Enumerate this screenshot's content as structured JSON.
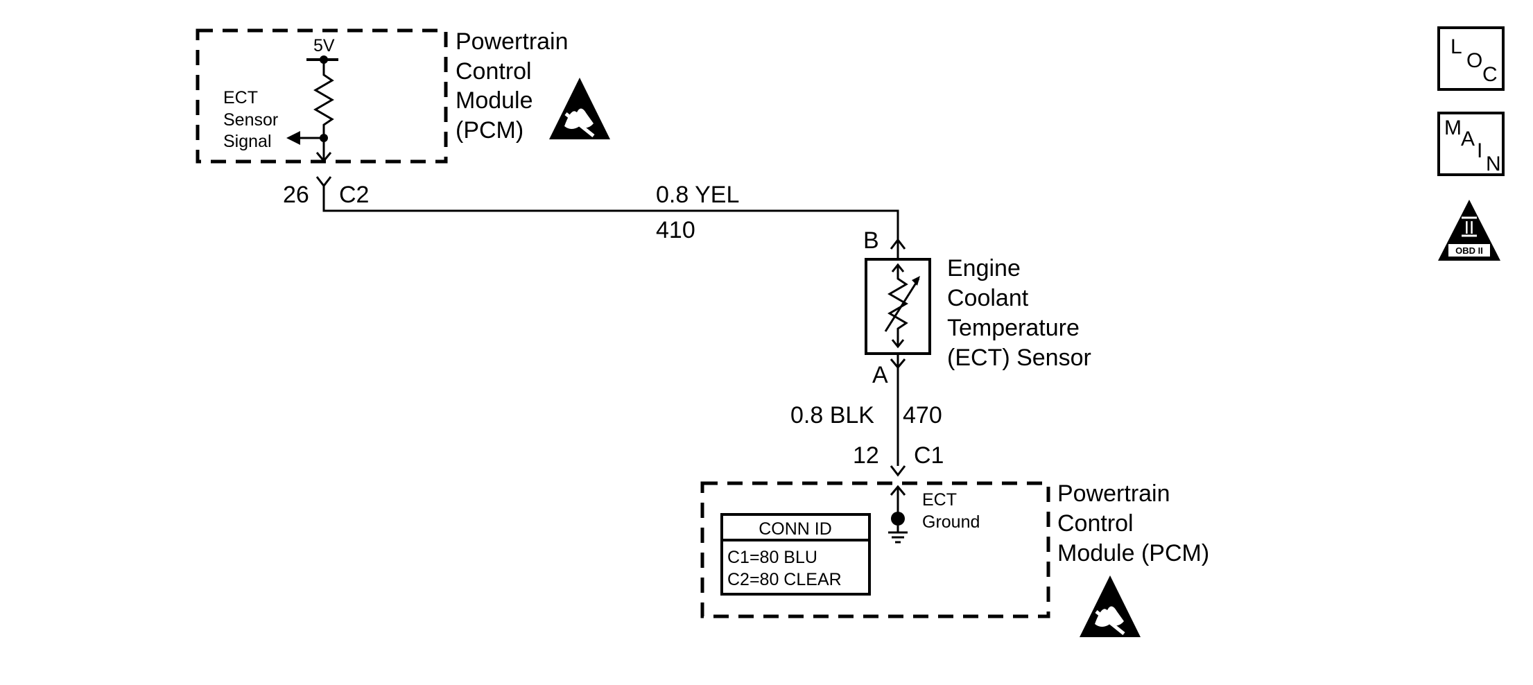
{
  "pcm_top": {
    "label_lines": [
      "Powertrain",
      "Control",
      "Module",
      "(PCM)"
    ],
    "supply": "5V",
    "signal_lines": [
      "ECT",
      "Sensor",
      "Signal"
    ]
  },
  "connector_top": {
    "pin": "26",
    "id": "C2"
  },
  "wire_410": {
    "size_color": "0.8 YEL",
    "circuit": "410"
  },
  "sensor": {
    "pin_b": "B",
    "pin_a": "A",
    "label_lines": [
      "Engine",
      "Coolant",
      "Temperature",
      "(ECT) Sensor"
    ]
  },
  "wire_470": {
    "size_color": "0.8 BLK",
    "circuit": "470"
  },
  "connector_bottom": {
    "pin": "12",
    "id": "C1"
  },
  "pcm_bottom": {
    "label_lines": [
      "Powertrain",
      "Control",
      "Module (PCM)"
    ],
    "ground_lines": [
      "ECT",
      "Ground"
    ],
    "conn_id": {
      "title": "CONN ID",
      "rows": [
        "C1=80 BLU",
        "C2=80 CLEAR"
      ]
    }
  },
  "icons": {
    "loc": [
      "L",
      "O",
      "C"
    ],
    "main": [
      "M",
      "A",
      "I",
      "N"
    ],
    "obd": {
      "numeral": "II",
      "caption": "OBD II"
    }
  }
}
